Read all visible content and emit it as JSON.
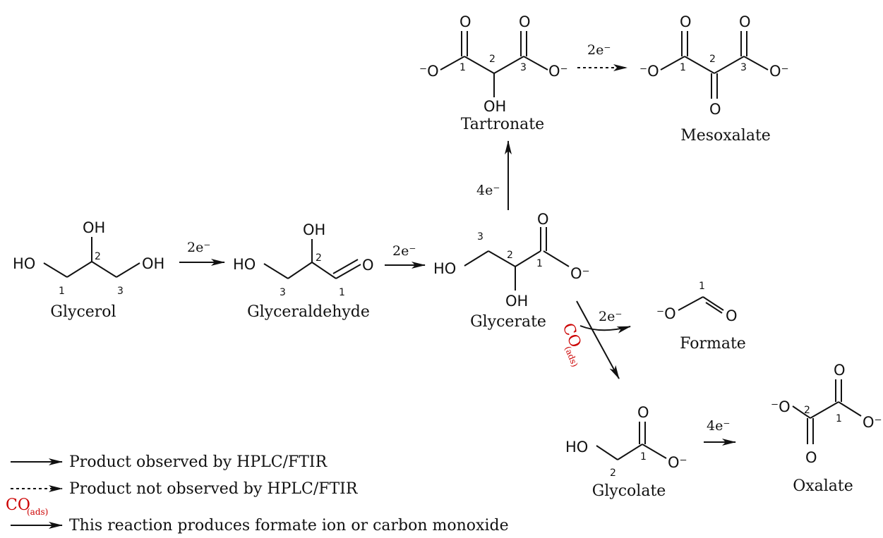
{
  "colors": {
    "ink": "#111111",
    "co_red": "#cc0000"
  },
  "atoms": {
    "oh": "OH",
    "ho": "HO",
    "o": "O",
    "o_minus": "⁻O",
    "o_minus_r": "O⁻"
  },
  "molecules": {
    "glycerol": {
      "name": "Glycerol",
      "n1": "1",
      "n2": "2",
      "n3": "3"
    },
    "glyceraldehyde": {
      "name": "Glyceraldehyde",
      "n1": "1",
      "n2": "2",
      "n3": "3"
    },
    "glycerate": {
      "name": "Glycerate",
      "n1": "1",
      "n2": "2",
      "n3": "3"
    },
    "tartronate": {
      "name": "Tartronate",
      "n1": "1",
      "n2": "2",
      "n3": "3"
    },
    "mesoxalate": {
      "name": "Mesoxalate",
      "n1": "1",
      "n2": "2",
      "n3": "3"
    },
    "formate": {
      "name": "Formate",
      "n1": "1"
    },
    "glycolate": {
      "name": "Glycolate",
      "n1": "1",
      "n2": "2"
    },
    "oxalate": {
      "name": "Oxalate",
      "n1": "1",
      "n2": "2"
    }
  },
  "arrows": {
    "glycerol_to_glyceraldehyde": "2e⁻",
    "glyceraldehyde_to_glycerate": "2e⁻",
    "glycerate_to_tartronate": "4e⁻",
    "tartronate_to_mesoxalate": "2e⁻",
    "glycerate_to_formate": "2e⁻",
    "glycolate_to_oxalate": "4e⁻",
    "co_main": "CO",
    "co_sub": "(ads)"
  },
  "legend": {
    "observed": "Product observed by HPLC/FTIR",
    "not_observed": "Product not observed by HPLC/FTIR",
    "co_main": "CO",
    "co_sub": "(ads)",
    "co_reaction": "This reaction produces formate ion or carbon monoxide"
  }
}
